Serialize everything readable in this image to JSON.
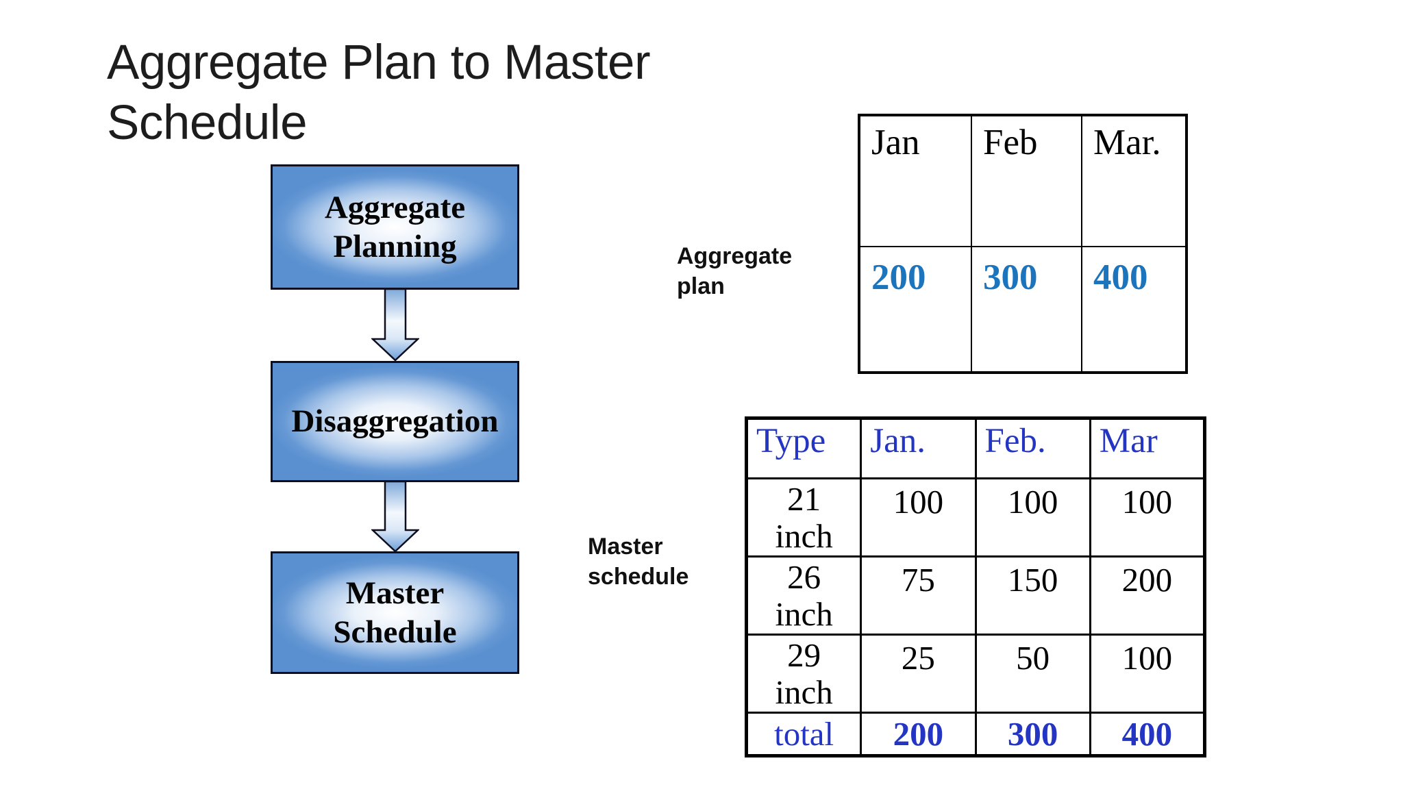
{
  "title": {
    "line1": "Aggregate Plan to Master",
    "line2": "Schedule"
  },
  "flowchart": {
    "box1": {
      "line1": "Aggregate",
      "line2": "Planning"
    },
    "box2": {
      "line1": "Disaggregation"
    },
    "box3": {
      "line1": "Master",
      "line2": "Schedule"
    },
    "arrow_icon": "block-arrow-down"
  },
  "aggregate_plan": {
    "label": {
      "line1": "Aggregate",
      "line2": "plan"
    },
    "table": {
      "headers": [
        "Jan",
        "Feb",
        "Mar."
      ],
      "values": [
        "200",
        "300",
        "400"
      ]
    }
  },
  "master_schedule": {
    "label": {
      "line1": "Master",
      "line2": "schedule"
    },
    "table": {
      "headers": [
        "Type",
        "Jan.",
        "Feb.",
        "Mar"
      ],
      "rows": [
        {
          "type": {
            "line1": "21",
            "line2": "inch"
          },
          "jan": "100",
          "feb": "100",
          "mar": "100"
        },
        {
          "type": {
            "line1": "26",
            "line2": "inch"
          },
          "jan": "75",
          "feb": "150",
          "mar": "200"
        },
        {
          "type": {
            "line1": "29",
            "line2": "inch"
          },
          "jan": "25",
          "feb": "50",
          "mar": "100"
        }
      ],
      "total_row": {
        "label": "total",
        "jan": "200",
        "feb": "300",
        "mar": "400"
      }
    }
  },
  "colors": {
    "aggregate_value_blue": "#1b74bc",
    "master_schedule_blue": "#2335c2",
    "box_edge_blue": "#5a90d0",
    "box_border": "#0e0e1e",
    "table_border": "#000000",
    "title_text": "#1d1d1d"
  }
}
